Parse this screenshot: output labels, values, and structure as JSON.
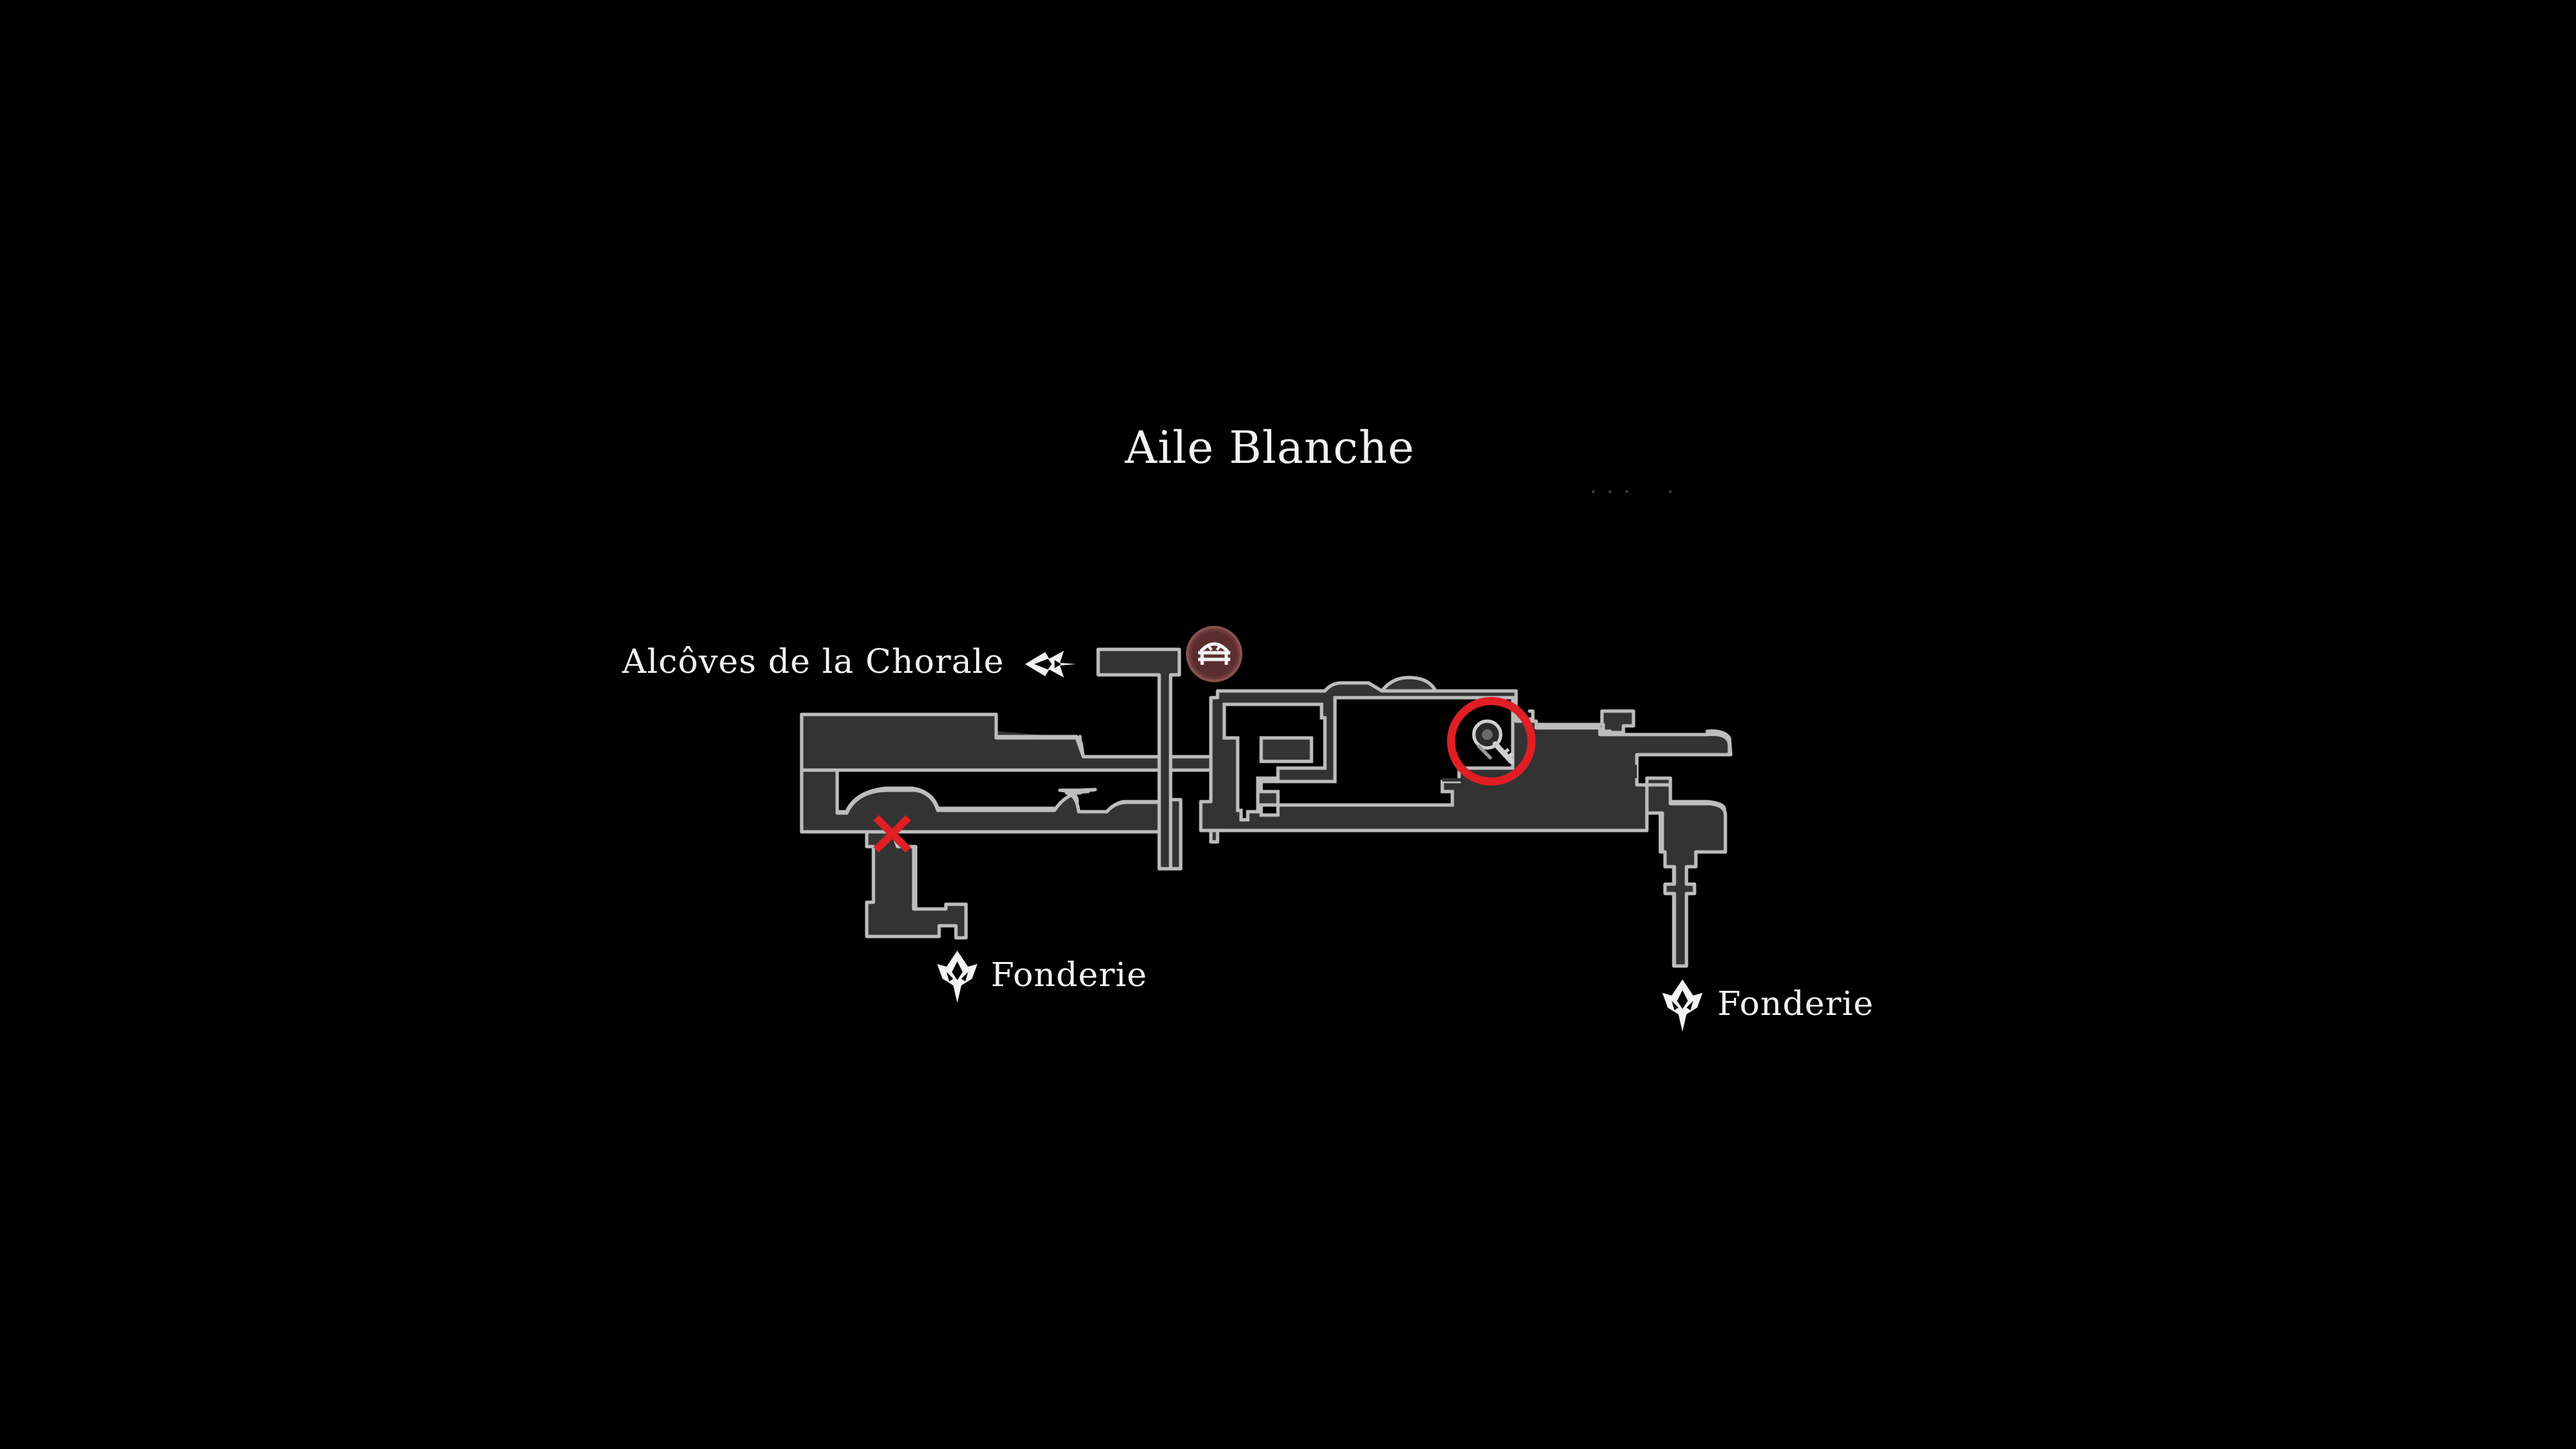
{
  "area": {
    "title": "Aile Blanche"
  },
  "exits": {
    "left_top": "Alcôves de la Chorale",
    "bottom_left": "Fonderie",
    "bottom_right": "Fonderie"
  },
  "markers": {
    "bench_icon": "bench-icon",
    "key_icon": "key-icon",
    "player_marker": "red-x-icon",
    "highlight_color": "#e01e24",
    "exit_icon": "fleur-exit-icon"
  },
  "colors": {
    "background": "#000000",
    "room_fill": "#333333",
    "room_outline": "#bdbdbd",
    "text": "#f2f2f2",
    "accent_red": "#e01e24"
  }
}
